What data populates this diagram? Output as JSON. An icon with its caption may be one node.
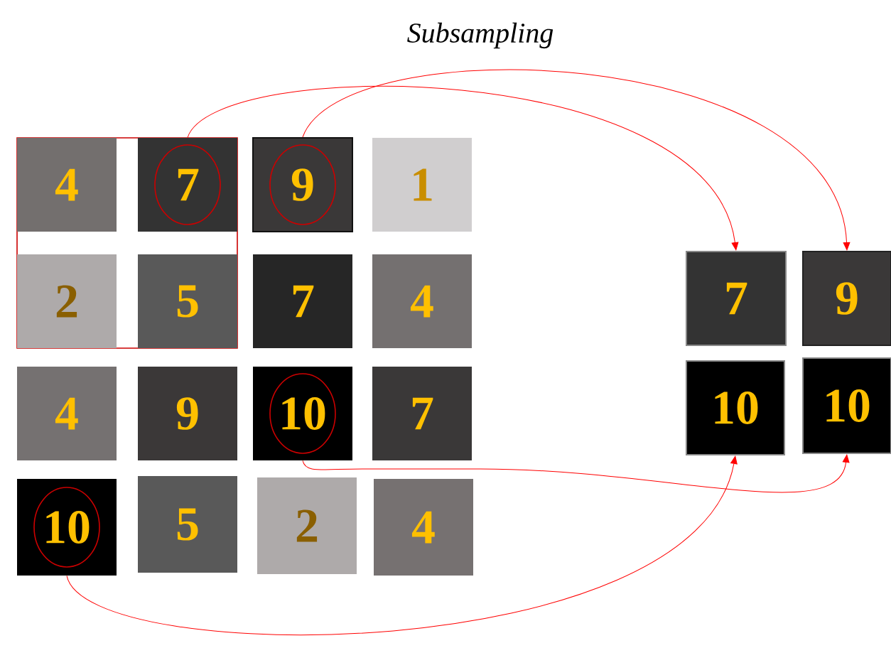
{
  "diagram": {
    "title": "Subsampling",
    "nodes": [
      {
        "text": [
          "4"
        ]
      },
      {
        "text": [
          "7"
        ]
      },
      {
        "text": [
          "9"
        ]
      },
      {
        "text": [
          "1"
        ]
      },
      {
        "text": [
          "2"
        ]
      },
      {
        "text": [
          "5"
        ]
      },
      {
        "text": [
          "7"
        ]
      },
      {
        "text": [
          "4"
        ]
      },
      {
        "text": [
          "4"
        ]
      },
      {
        "text": [
          "9"
        ]
      },
      {
        "text": [
          "10"
        ]
      },
      {
        "text": [
          "7"
        ]
      },
      {
        "text": [
          "10"
        ]
      },
      {
        "text": [
          "5"
        ]
      },
      {
        "text": [
          "2"
        ]
      },
      {
        "text": [
          "4"
        ]
      },
      {
        "text": [
          "7"
        ]
      },
      {
        "text": [
          "9"
        ]
      },
      {
        "text": [
          "10"
        ]
      },
      {
        "text": [
          "10"
        ]
      }
    ],
    "edges": [
      {
        "from": 1,
        "to": 16,
        "arrow": "to"
      },
      {
        "from": 2,
        "to": 17,
        "arrow": "to"
      },
      {
        "from": 10,
        "to": 19,
        "arrow": "to"
      },
      {
        "from": 12,
        "to": 18,
        "arrow": "to"
      }
    ]
  }
}
